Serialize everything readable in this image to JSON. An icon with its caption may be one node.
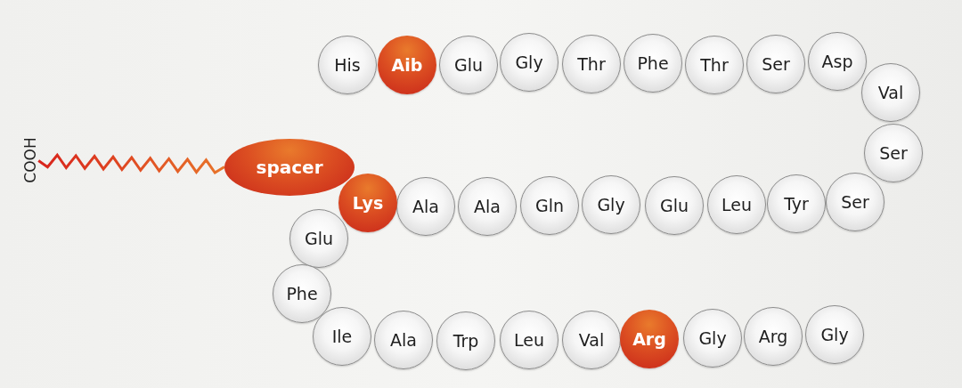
{
  "diagram": {
    "nodes": [
      {
        "text": [
          "His"
        ]
      },
      {
        "text": [
          "Aib"
        ]
      },
      {
        "text": [
          "Glu"
        ]
      },
      {
        "text": [
          "Gly"
        ]
      },
      {
        "text": [
          "Thr"
        ]
      },
      {
        "text": [
          "Phe"
        ]
      },
      {
        "text": [
          "Thr"
        ]
      },
      {
        "text": [
          "Ser"
        ]
      },
      {
        "text": [
          "Asp"
        ]
      },
      {
        "text": [
          "Val"
        ]
      },
      {
        "text": [
          "Ser"
        ]
      },
      {
        "text": [
          "Ser"
        ]
      },
      {
        "text": [
          "Tyr"
        ]
      },
      {
        "text": [
          "Leu"
        ]
      },
      {
        "text": [
          "Glu"
        ]
      },
      {
        "text": [
          "Gly"
        ]
      },
      {
        "text": [
          "Gln"
        ]
      },
      {
        "text": [
          "Ala"
        ]
      },
      {
        "text": [
          "Ala"
        ]
      },
      {
        "text": [
          "Lys"
        ]
      },
      {
        "text": [
          "Glu"
        ]
      },
      {
        "text": [
          "Phe"
        ]
      },
      {
        "text": [
          "Ile"
        ]
      },
      {
        "text": [
          "Ala"
        ]
      },
      {
        "text": [
          "Trp"
        ]
      },
      {
        "text": [
          "Leu"
        ]
      },
      {
        "text": [
          "Val"
        ]
      },
      {
        "text": [
          "Arg"
        ]
      },
      {
        "text": [
          "Gly"
        ]
      },
      {
        "text": [
          "Arg"
        ]
      },
      {
        "text": [
          "Gly"
        ]
      },
      {
        "text": [
          "spacer"
        ]
      },
      {
        "text": [
          "COOH"
        ]
      }
    ],
    "edges": [
      {
        "from": 32,
        "to": 31,
        "arrow": "none"
      }
    ]
  }
}
